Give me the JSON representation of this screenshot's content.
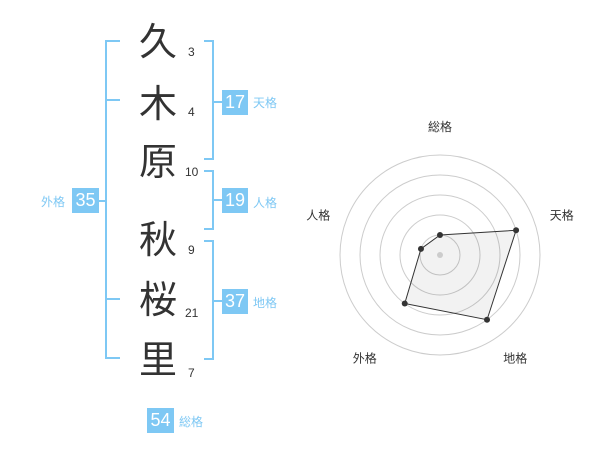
{
  "name": {
    "characters": [
      {
        "char": "久",
        "strokes": "3"
      },
      {
        "char": "木",
        "strokes": "4"
      },
      {
        "char": "原",
        "strokes": "10"
      },
      {
        "char": "秋",
        "strokes": "9"
      },
      {
        "char": "桜",
        "strokes": "21"
      },
      {
        "char": "里",
        "strokes": "7"
      }
    ]
  },
  "fortunes": {
    "tenkaku": {
      "value": "17",
      "label": "天格"
    },
    "jinkaku": {
      "value": "19",
      "label": "人格"
    },
    "chikaku": {
      "value": "37",
      "label": "地格"
    },
    "gaikaku": {
      "value": "35",
      "label": "外格"
    },
    "soukaku": {
      "value": "54",
      "label": "総格"
    }
  },
  "colors": {
    "accent": "#7ec8f4",
    "text": "#333333",
    "grid": "#cccccc"
  },
  "chart_data": {
    "type": "radar",
    "axes": [
      "総格",
      "天格",
      "地格",
      "外格",
      "人格"
    ],
    "values": [
      1,
      4,
      4,
      3,
      1
    ],
    "max": 5,
    "rings": 5
  }
}
